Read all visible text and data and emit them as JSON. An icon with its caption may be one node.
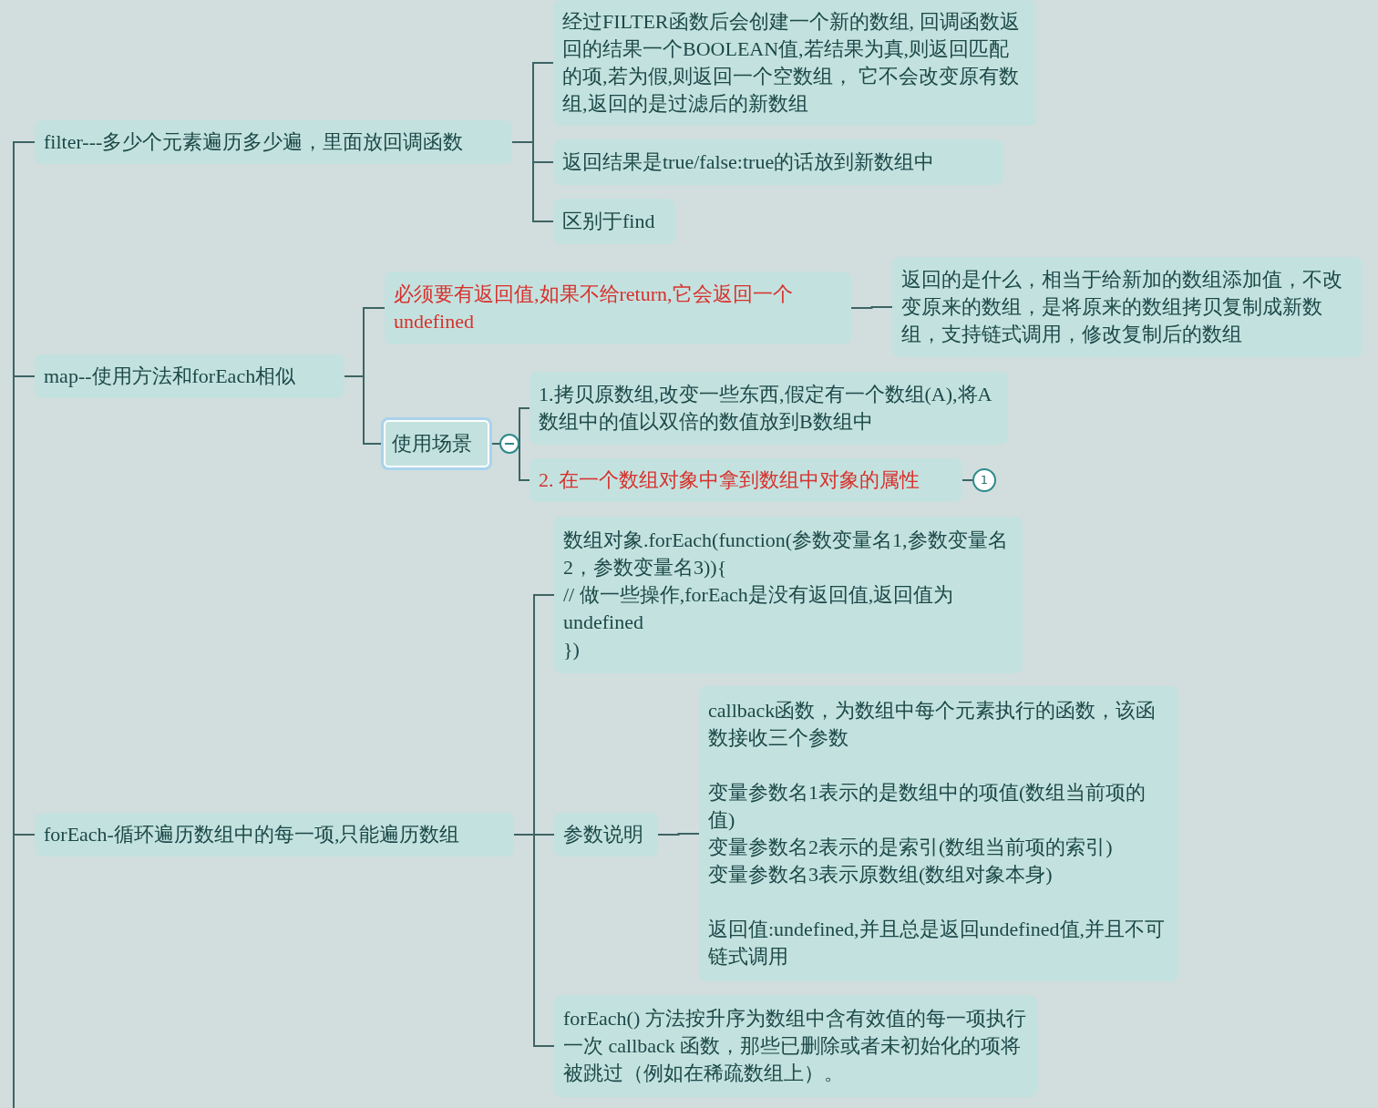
{
  "diagram": {
    "nodes": [
      {
        "text": [
          "filter---多少个元素遍历多少遍，里面放回调函数"
        ]
      },
      {
        "text": [
          "经过FILTER函数后会创建一个新的数组, 回调函数返回的结果一个BOOLEAN值,若结果为真,则返回匹配的项,若为假,则返回一个空数组， 它不会改变原有数组,返回的是过滤后的新数组"
        ]
      },
      {
        "text": [
          "返回结果是true/false:true的话放到新数组中"
        ]
      },
      {
        "text": [
          "区别于find"
        ]
      },
      {
        "text": [
          "map--使用方法和forEach相似"
        ]
      },
      {
        "text": [
          "必须要有返回值,如果不给return,它会返回一个undefined"
        ]
      },
      {
        "text": [
          "返回的是什么，相当于给新加的数组添加值，不改变原来的数组，是将原来的数组拷贝复制成新数组，支持链式调用，修改复制后的数组"
        ]
      },
      {
        "text": [
          "使用场景"
        ]
      },
      {
        "text": [
          "1.拷贝原数组,改变一些东西,假定有一个数组(A),将A数组中的值以双倍的数值放到B数组中"
        ]
      },
      {
        "text": [
          "2. 在一个数组对象中拿到数组中对象的属性"
        ],
        "beside": [
          "1"
        ]
      },
      {
        "text": [
          "forEach-循环遍历数组中的每一项,只能遍历数组"
        ]
      },
      {
        "text": [
          "数组对象.forEach(function(参数变量名1,参数变量名2，参数变量名3)){",
          "// 做一些操作,forEach是没有返回值,返回值为undefined",
          "})"
        ]
      },
      {
        "text": [
          "参数说明"
        ]
      },
      {
        "text": [
          "callback函数，为数组中每个元素执行的函数，该函数接收三个参数",
          "变量参数名1表示的是数组中的项值(数组当前项的值)",
          "变量参数名2表示的是索引(数组当前项的索引)",
          "变量参数名3表示原数组(数组对象本身)",
          "返回值:undefined,并且总是返回undefined值,并且不可链式调用"
        ]
      },
      {
        "text": [
          "forEach() 方法按升序为数组中含有效值的每一项执行一次 callback 函数，那些已删除或者未初始化的项将被跳过（例如在稀疏数组上）。"
        ]
      }
    ],
    "edges": [
      {
        "from": null,
        "to": 0,
        "arrow": "none"
      },
      {
        "from": null,
        "to": 4,
        "arrow": "none"
      },
      {
        "from": null,
        "to": 10,
        "arrow": "none"
      },
      {
        "from": 0,
        "to": 1,
        "arrow": "none"
      },
      {
        "from": 0,
        "to": 2,
        "arrow": "none"
      },
      {
        "from": 0,
        "to": 3,
        "arrow": "none"
      },
      {
        "from": 4,
        "to": 5,
        "arrow": "none"
      },
      {
        "from": 5,
        "to": 6,
        "arrow": "none"
      },
      {
        "from": 4,
        "to": 7,
        "arrow": "none"
      },
      {
        "from": 7,
        "to": 8,
        "arrow": "none"
      },
      {
        "from": 7,
        "to": 9,
        "arrow": "none"
      },
      {
        "from": 10,
        "to": 11,
        "arrow": "none"
      },
      {
        "from": 10,
        "to": 12,
        "arrow": "none"
      },
      {
        "from": 12,
        "to": 13,
        "arrow": "none"
      },
      {
        "from": 10,
        "to": 14,
        "arrow": "none"
      }
    ]
  }
}
